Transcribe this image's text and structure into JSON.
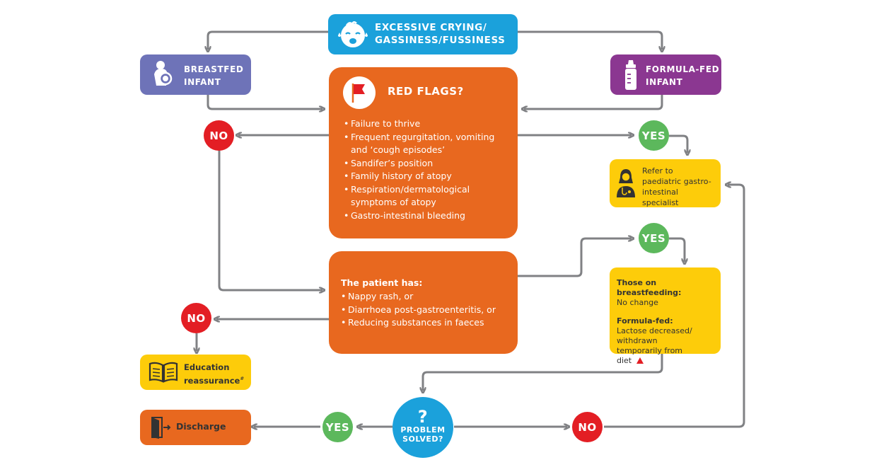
{
  "top_node": {
    "line1": "EXCESSIVE CRYING/",
    "line2": "GASSINESS/FUSSINESS",
    "icon": "crying-baby-icon"
  },
  "breastfed": {
    "line1": "BREASTFED",
    "line2": "INFANT",
    "icon": "breastfeeding-icon"
  },
  "formula": {
    "line1": "FORMULA-FED",
    "line2": "INFANT",
    "icon": "baby-bottle-icon"
  },
  "red_flags": {
    "title": "RED FLAGS?",
    "icon": "flag-icon",
    "items": [
      "Failure to thrive",
      "Frequent regurgitation, vomiting and ‘cough episodes’",
      "Sandifer’s position",
      "Family history of atopy",
      "Respiration/dermatological symptoms of atopy",
      "Gastro-intestinal bleeding"
    ]
  },
  "patient": {
    "title": "The patient has:",
    "items": [
      "Nappy rash, or",
      "Diarrhoea post-gastroenteritis, or",
      "Reducing substances in faeces"
    ]
  },
  "refer": {
    "text": "Refer to paediatric gastro-intestinal specialist",
    "icon": "doctor-icon"
  },
  "lactose": {
    "bf_label": "Those on breastfeeding:",
    "bf_text": "No change",
    "ff_label": "Formula-fed:",
    "ff_text": "Lactose decreased/ withdrawn temporarily from diet",
    "warning_icon": "warning-triangle-icon"
  },
  "education": {
    "line1": "Education",
    "line2": "reassurance",
    "sup": "#",
    "icon": "book-icon"
  },
  "discharge": {
    "text": "Discharge",
    "icon": "exit-door-icon"
  },
  "problem": {
    "symbol": "?",
    "line1": "PROBLEM",
    "line2": "SOLVED?"
  },
  "labels": {
    "yes": "YES",
    "no": "NO"
  },
  "colors": {
    "blue": "#1ba1db",
    "purple_light": "#6e73b8",
    "purple_dark": "#8b3791",
    "orange": "#e8681f",
    "yellow": "#fdcc0a",
    "red": "#e31e24",
    "green": "#5cb85c",
    "connector": "#808184"
  }
}
